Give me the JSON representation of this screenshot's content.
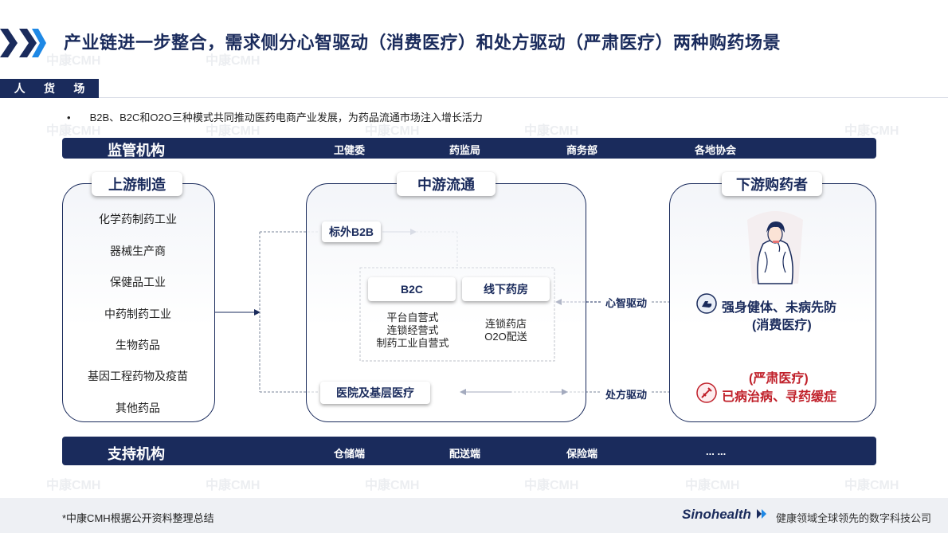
{
  "header": {
    "title": "产业链进一步整合，需求侧分心智驱动（消费医疗）和处方驱动（严肃医疗）两种购药场景",
    "tag": [
      "人",
      "货",
      "场"
    ],
    "bullet": "B2B、B2C和O2O三种模式共同推动医药电商产业发展，为药品流通市场注入增长活力"
  },
  "regulators": {
    "label": "监管机构",
    "items": [
      "卫健委",
      "药监局",
      "商务部",
      "各地协会"
    ]
  },
  "upstream": {
    "title": "上游制造",
    "items": [
      "化学药制药工业",
      "器械生产商",
      "保健品工业",
      "中药制药工业",
      "生物药品",
      "基因工程药物及疫苗",
      "其他药品"
    ]
  },
  "midstream": {
    "title": "中游流通",
    "b2b": "标外B2B",
    "b2c": {
      "label": "B2C",
      "lines": [
        "平台自营式",
        "连锁经营式",
        "制药工业自营式"
      ]
    },
    "offline": {
      "label": "线下药房",
      "lines": [
        "连锁药店",
        "O2O配送"
      ]
    },
    "hospital": "医院及基层医疗"
  },
  "drivers": {
    "mind": "心智驱动",
    "prescription": "处方驱动"
  },
  "downstream": {
    "title": "下游购药者",
    "consumer": {
      "line1": "强身健体、未病先防",
      "line2": "(消费医疗)"
    },
    "serious": {
      "line1": "(严肃医疗)",
      "line2": "已病治病、寻药缓症"
    }
  },
  "support": {
    "label": "支持机构",
    "items": [
      "仓储端",
      "配送端",
      "保险端",
      "... ..."
    ]
  },
  "watermark": "中康CMH",
  "footer": {
    "note": "*中康CMH根据公开资料整理总结",
    "logo": "Sinohealth",
    "slogan": "健康领域全球领先的数字科技公司"
  },
  "colors": {
    "navy": "#1a2b5c",
    "accent": "#1e88e5",
    "red": "#c0202a"
  },
  "icons": [
    "chevron-right-icon",
    "arm-strength-icon",
    "syringe-icon",
    "sick-person-illustration"
  ]
}
